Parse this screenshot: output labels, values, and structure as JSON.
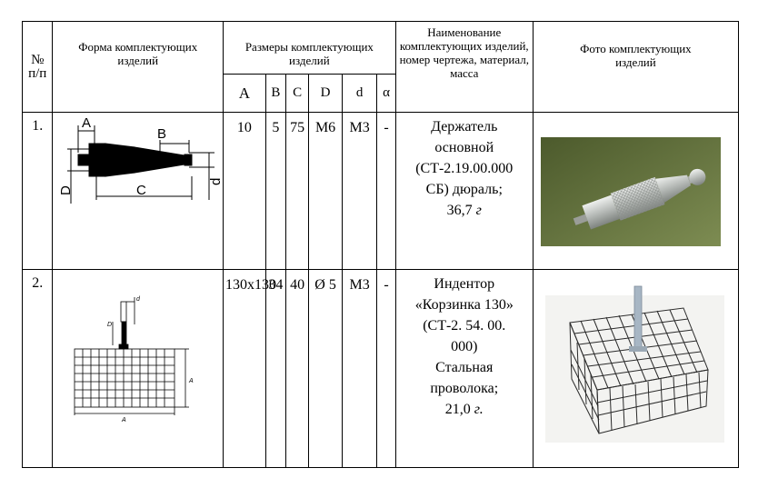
{
  "header": {
    "num": "№",
    "num_sub": "п/п",
    "shape": "Форма комплектующих изделий",
    "sizes": "Размеры комплектующих изделий",
    "dims": [
      "A",
      "B",
      "C",
      "D",
      "d",
      "α"
    ],
    "name": "Наименование комплектующих изделий, номер чертежа, материал, масса",
    "photo": "Фото комплектующих изделий"
  },
  "rows": [
    {
      "num": "1.",
      "dims": [
        "10",
        "5",
        "75",
        "М6",
        "М3",
        "-"
      ],
      "name_lines": [
        "Держатель",
        "основной",
        "(СТ-2.19.00.000",
        "СБ) дюраль;"
      ],
      "mass_value": "36,7",
      "mass_unit": "г",
      "drawing_labels": [
        "A",
        "B",
        "C",
        "D",
        "d"
      ],
      "photo_colors": {
        "bg": "#5f6e3b",
        "metal": "#c9ccc9"
      }
    },
    {
      "num": "2.",
      "dims": [
        "130х130",
        "34",
        "40",
        "Ø 5",
        "М3",
        "-"
      ],
      "name_lines": [
        "Индентор",
        "«Корзинка 130»",
        "(СТ-2. 54. 00.",
        "000)",
        "Стальная",
        "проволока;"
      ],
      "mass_value": "21,0",
      "mass_unit": "г.",
      "drawing_labels": [
        "d",
        "D",
        "A",
        "A"
      ],
      "photo_colors": {
        "bg": "#f4f4f2",
        "wire": "#2a2a2a",
        "rod": "#a7b6c4"
      }
    }
  ]
}
